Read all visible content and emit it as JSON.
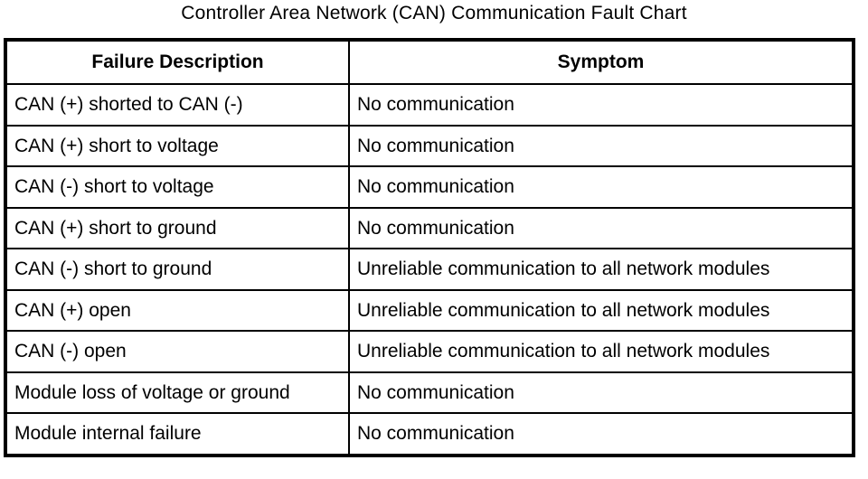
{
  "title": "Controller Area Network (CAN) Communication Fault Chart",
  "table": {
    "headers": {
      "failure": "Failure Description",
      "symptom": "Symptom"
    },
    "rows": [
      {
        "failure": "CAN (+) shorted to CAN (-)",
        "symptom": "No communication"
      },
      {
        "failure": "CAN (+) short to voltage",
        "symptom": "No communication"
      },
      {
        "failure": "CAN (-) short to voltage",
        "symptom": "No communication"
      },
      {
        "failure": "CAN (+) short to ground",
        "symptom": "No communication"
      },
      {
        "failure": "CAN (-) short to ground",
        "symptom": "Unreliable communication to all network modules"
      },
      {
        "failure": "CAN (+) open",
        "symptom": "Unreliable communication to all network modules"
      },
      {
        "failure": "CAN (-) open",
        "symptom": "Unreliable communication to all network modules"
      },
      {
        "failure": "Module loss of voltage or ground",
        "symptom": "No communication"
      },
      {
        "failure": "Module internal failure",
        "symptom": "No communication"
      }
    ]
  },
  "colors": {
    "background": "#ffffff",
    "text": "#000000",
    "border": "#000000"
  }
}
